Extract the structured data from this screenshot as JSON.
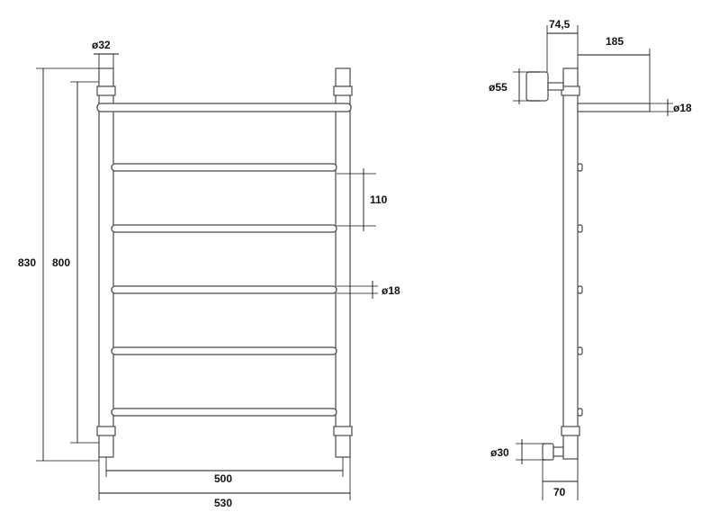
{
  "front_view": {
    "bar_count": 6,
    "dims": {
      "pipe_diameter": "ø32",
      "height_total": "830",
      "height_axis": "800",
      "bar_spacing": "110",
      "bar_diameter": "ø18",
      "width_axis": "500",
      "width_total": "530"
    }
  },
  "side_view": {
    "dims": {
      "depth_top": "74,5",
      "mount_length": "185",
      "mount_diameter": "ø55",
      "shelf_diameter": "ø18",
      "inlet_diameter": "ø30",
      "inlet_depth": "70"
    }
  },
  "colors": {
    "outline": "#4a4a4a",
    "dimension": "#111111"
  }
}
